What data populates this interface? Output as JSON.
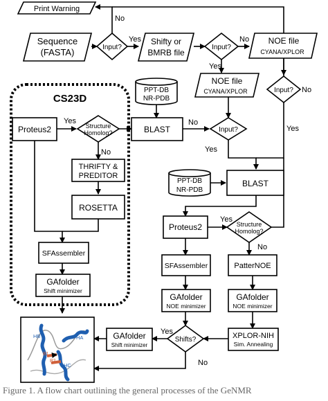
{
  "nodes": {
    "print_warning": "Print Warning",
    "sequence": "Sequence",
    "sequence_sub": "(FASTA)",
    "input1": "Input?",
    "shifty": "Shifty or",
    "shifty_sub": "BMRB file",
    "input2": "Input?",
    "noe_file_top": "NOE file",
    "noe_file_top_sub": "CYANA/XPLOR",
    "noe_file_mid": "NOE file",
    "noe_file_mid_sub": "CYANA/XPLOR",
    "input3": "Input?",
    "db1_line1": "PPT-DB",
    "db1_line2": "NR-PDB",
    "cs23d_title": "CS23D",
    "proteus2_left": "Proteus2",
    "struct_homolog_left_1": "Structure",
    "struct_homolog_left_2": "Homolog?",
    "blast1": "BLAST",
    "input4": "Input?",
    "thrifty_1": "THRIFTY &",
    "thrifty_2": "PREDITOR",
    "rosetta": "ROSETTA",
    "sfassembler_left": "SFAssembler",
    "gafolder_left": "GAfolder",
    "gafolder_left_sub": "Shift minimizer",
    "db2_line1": "PPT-DB",
    "db2_line2": "NR-PDB",
    "blast2": "BLAST",
    "proteus2_right": "Proteus2",
    "struct_homolog_right_1": "Structure",
    "struct_homolog_right_2": "Homolog?",
    "sfassembler_right": "SFAssembler",
    "patternoe": "PatterNOE",
    "gafolder_noe1": "GAfolder",
    "gafolder_noe1_sub": "NOE minimizer",
    "gafolder_noe2": "GAfolder",
    "gafolder_noe2_sub": "NOE minimizer",
    "gafolder_bottom": "GAfolder",
    "gafolder_bottom_sub": "Shift minimizer",
    "shifts": "Shifts?",
    "xplor": "XPLOR-NIH",
    "xplor_sub": "Sim. Annealing"
  },
  "edge_labels": {
    "no_input1": "No",
    "yes_input1": "Yes",
    "no_input2": "No",
    "yes_input2": "Yes",
    "no_input3": "No",
    "yes_input3": "Yes",
    "yes_homolog_left": "Yes",
    "no_homolog_left": "No",
    "no_blast1": "No",
    "yes_input4": "Yes",
    "yes_homolog_right": "Yes",
    "no_homolog_right": "No",
    "yes_shifts": "Yes",
    "no_shifts": "No"
  },
  "image_labels": {
    "hb": "HB",
    "ha": "HA",
    "b1": "B1",
    "b2": "B2",
    "hc": "HC"
  },
  "caption": "Figure 1. A flow chart outlining the general processes of the GeNMR"
}
